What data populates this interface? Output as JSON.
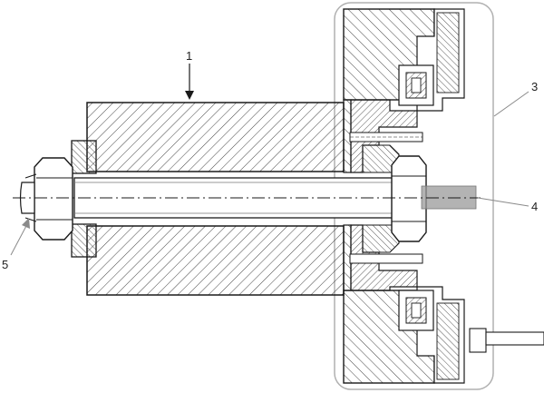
{
  "labels": {
    "part_1": "1",
    "part_3": "3",
    "part_4": "4",
    "part_5": "5"
  },
  "colors": {
    "outline": "#1a1a1a",
    "hatch": "#444444",
    "highlight_box": "#9a9a9a",
    "leader_gray": "#8a8a8a",
    "assembly_frame": "#b0b0b0"
  }
}
